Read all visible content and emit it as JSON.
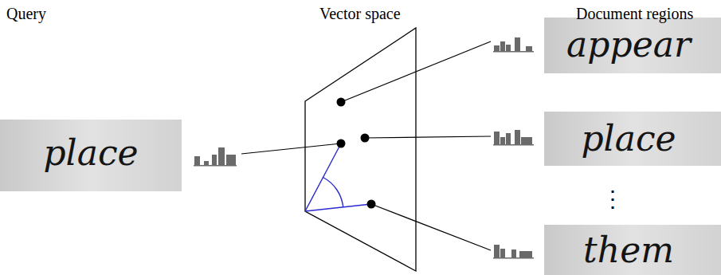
{
  "diagram": {
    "labels": [
      "Query",
      "Vector space",
      "Document regions",
      "place",
      "appear",
      "place",
      "⋮",
      "them"
    ]
  }
}
